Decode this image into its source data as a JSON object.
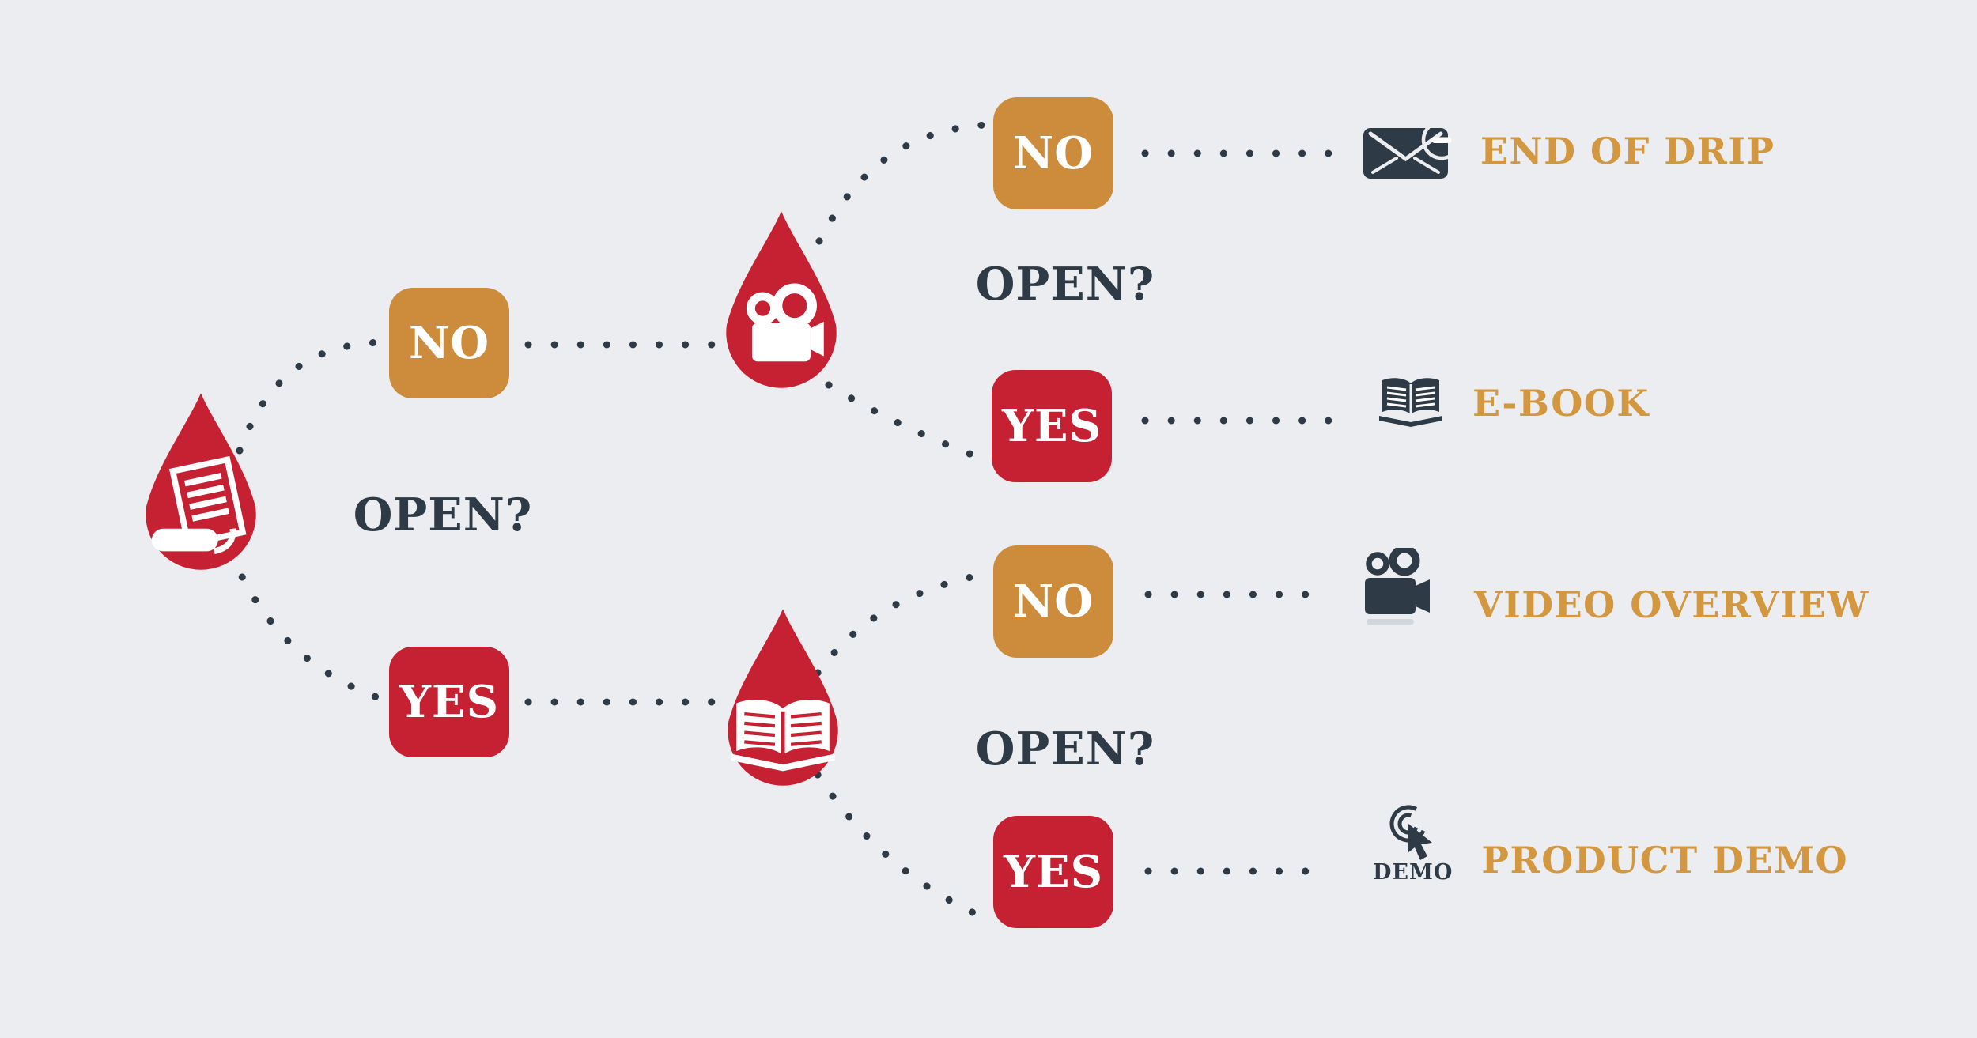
{
  "colors": {
    "background": "#ebedf0",
    "red": "#c62133",
    "gold": "#cd8c3c",
    "gold_text": "#d2973f",
    "navy": "#2e3a46",
    "white": "#ffffff"
  },
  "buttons": {
    "no": "NO",
    "yes": "YES"
  },
  "nodes": {
    "root": {
      "icon": "newsletter-drop-icon",
      "question": "OPEN?"
    },
    "video": {
      "icon": "video-camera-drop-icon",
      "question": "OPEN?"
    },
    "ebook": {
      "icon": "open-book-drop-icon",
      "question": "OPEN?"
    }
  },
  "outcomes": [
    {
      "id": "end-of-drip",
      "icon": "email-stop-icon",
      "label": "END OF DRIP"
    },
    {
      "id": "e-book",
      "icon": "open-book-icon",
      "label": "E-BOOK"
    },
    {
      "id": "video-overview",
      "icon": "video-camera-icon",
      "label": "VIDEO OVERVIEW"
    },
    {
      "id": "product-demo",
      "icon": "click-cursor-icon",
      "label": "PRODUCT DEMO",
      "icon_caption": "DEMO"
    }
  ],
  "structure": {
    "root": "newsletter-email",
    "edges": [
      {
        "from": "newsletter-email",
        "answer": "NO",
        "to": "video-email"
      },
      {
        "from": "newsletter-email",
        "answer": "YES",
        "to": "ebook-email"
      },
      {
        "from": "video-email",
        "answer": "NO",
        "to": "END OF DRIP"
      },
      {
        "from": "video-email",
        "answer": "YES",
        "to": "E-BOOK"
      },
      {
        "from": "ebook-email",
        "answer": "NO",
        "to": "VIDEO OVERVIEW"
      },
      {
        "from": "ebook-email",
        "answer": "YES",
        "to": "PRODUCT DEMO"
      }
    ]
  }
}
